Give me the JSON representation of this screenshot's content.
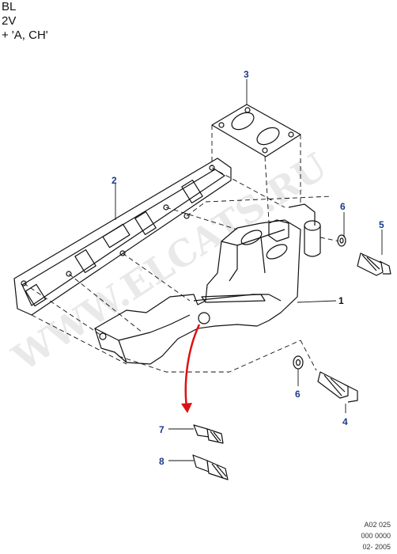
{
  "header": {
    "line1": "BL",
    "line2": "2V",
    "line3": "+ 'A, CH'"
  },
  "watermark": "WWW.ELCATS.RU",
  "callouts": {
    "c1": "1",
    "c2": "2",
    "c3": "3",
    "c4": "4",
    "c5": "5",
    "c6a": "6",
    "c6b": "6",
    "c7": "7",
    "c8": "8"
  },
  "footer": {
    "ref": "A02 025",
    "code": "000 0000",
    "date": "02- 2005"
  },
  "colors": {
    "line": "#111111",
    "callout": "#1a3a8c",
    "arrow": "#e01010"
  }
}
